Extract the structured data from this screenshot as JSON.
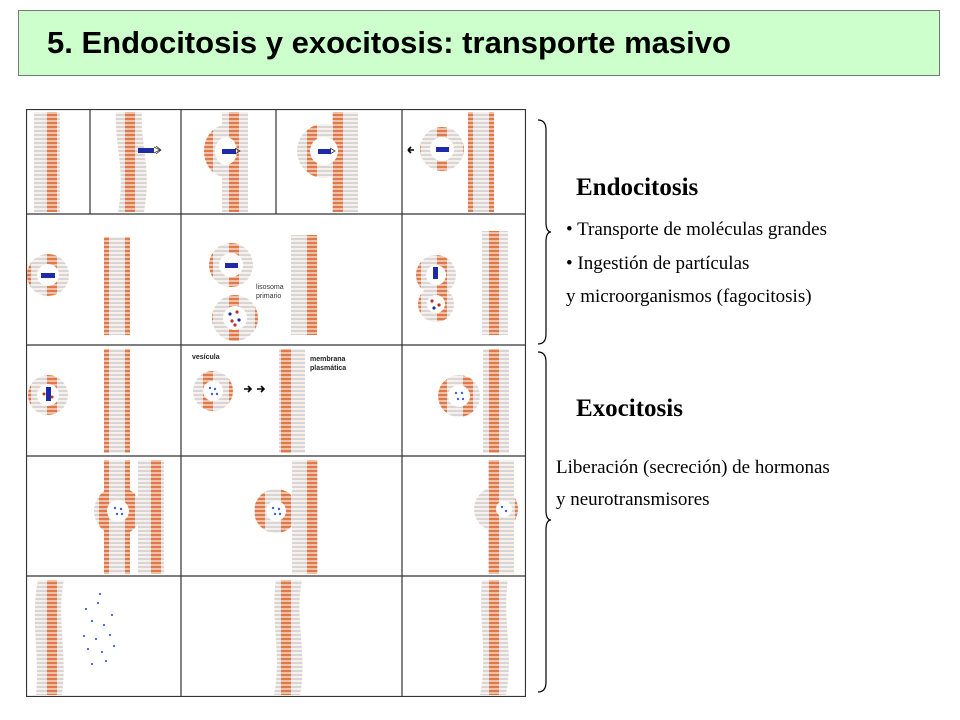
{
  "title": "5. Endocitosis y exocitosis: transporte masivo",
  "colors": {
    "title_bg": "#ccffcc",
    "membrane_head": "#e07848",
    "membrane_tail": "#c8c8c8",
    "particle": "#1e2aa8",
    "grid_line": "#333333"
  },
  "diagram": {
    "label_vesicle": "vesícula",
    "label_membrane_1": "membrana",
    "label_membrane_2": "plasmática",
    "label_lysosome_1": "lisosoma",
    "label_lysosome_2": "primario"
  },
  "endocytosis": {
    "heading": "Endocitosis",
    "bullet_1": "Transporte de moléculas grandes",
    "bullet_2": "Ingestión de partículas",
    "line_3": "y microorganismos (fagocitosis)"
  },
  "exocytosis": {
    "heading": "Exocitosis",
    "line_1": "Liberación (secreción) de hormonas",
    "line_2": "y neurotransmisores"
  }
}
